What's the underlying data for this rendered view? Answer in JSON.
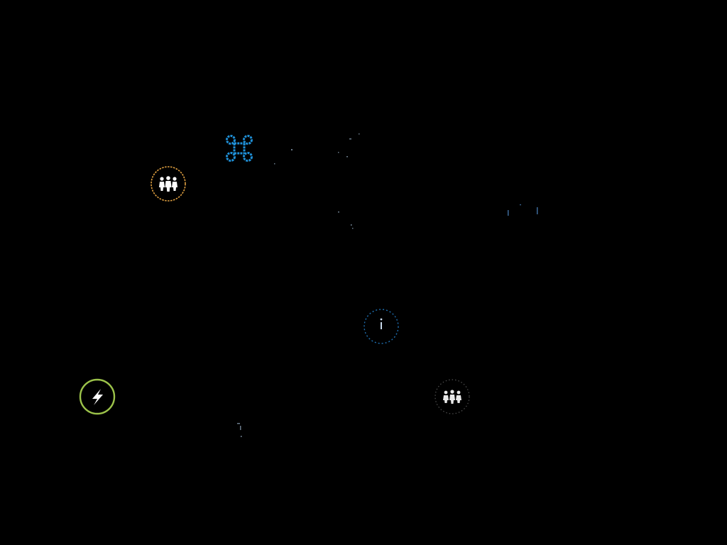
{
  "scene": {
    "background": "#000000"
  },
  "nodes": [
    {
      "name": "command-key-icon",
      "icon": "command-key",
      "color": "#1f8fd6",
      "state": "lit"
    },
    {
      "name": "people-group-icon-orange",
      "icon": "people-group",
      "color": "#e0a040",
      "state": "lit"
    },
    {
      "name": "lightning-bolt-icon",
      "icon": "lightning-bolt",
      "color": "#9cc34a",
      "state": "lit"
    },
    {
      "name": "info-icon",
      "icon": "info",
      "color": "#1f8fd6",
      "state": "dim"
    },
    {
      "name": "people-group-icon-white",
      "icon": "people-group",
      "color": "#ffffff",
      "state": "dim"
    },
    {
      "name": "faint-node-icon-upper",
      "icon": "faint-speck",
      "color": "#6a7a8a",
      "state": "faint"
    },
    {
      "name": "faint-node-icon-middle",
      "icon": "faint-speck",
      "color": "#6a7a8a",
      "state": "faint"
    },
    {
      "name": "faint-node-icon-right",
      "icon": "faint-speck",
      "color": "#3d6a9a",
      "state": "faint"
    },
    {
      "name": "faint-node-icon-lower",
      "icon": "faint-speck",
      "color": "#6a7a8a",
      "state": "faint"
    }
  ]
}
